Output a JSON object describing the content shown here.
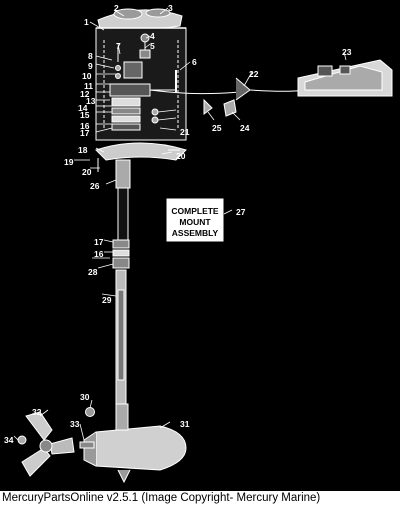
{
  "diagram": {
    "callouts": [
      "1",
      "2",
      "3",
      "4",
      "5",
      "6",
      "7",
      "8",
      "9",
      "10",
      "11",
      "12",
      "13",
      "14",
      "15",
      "16",
      "17",
      "18",
      "19",
      "20",
      "21",
      "22",
      "23",
      "24",
      "25",
      "26",
      "27",
      "28",
      "29",
      "30",
      "31",
      "32",
      "33",
      "34"
    ],
    "mount_box": [
      "COMPLETE",
      "MOUNT",
      "ASSEMBLY"
    ]
  },
  "footer": {
    "text": "MercuryPartsOnline v2.5.1 (Image Copyright- Mercury Marine)"
  }
}
